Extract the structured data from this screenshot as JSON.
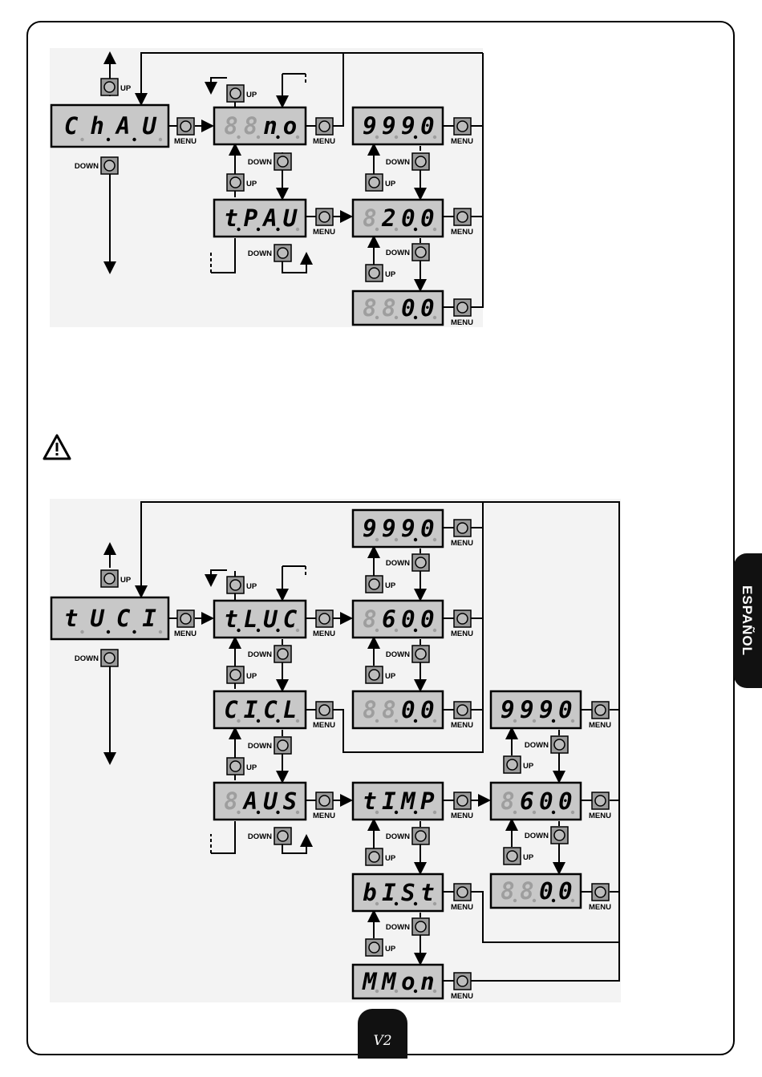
{
  "tab_label": "ESPAÑOL",
  "logo_text": "V2",
  "labels": {
    "up": "UP",
    "down": "DOWN",
    "menu": "MENU"
  },
  "diagram1": {
    "displays": [
      {
        "id": "chau",
        "digits": [
          "C",
          "h",
          "A",
          "U"
        ],
        "lit": [
          1,
          1,
          1,
          1
        ],
        "dots": [
          0,
          1,
          1,
          0
        ]
      },
      {
        "id": "no",
        "digits": [
          "8",
          "8",
          "n",
          "o"
        ],
        "lit": [
          0,
          0,
          1,
          1
        ],
        "dots": [
          0,
          0,
          1,
          0
        ]
      },
      {
        "id": "tpau",
        "digits": [
          "t",
          "P",
          "A",
          "U"
        ],
        "lit": [
          1,
          1,
          1,
          1
        ],
        "dots": [
          1,
          1,
          1,
          0
        ]
      },
      {
        "id": "999",
        "digits": [
          "9",
          "9",
          "9",
          "0"
        ],
        "lit": [
          1,
          1,
          1,
          1
        ],
        "dots": [
          0,
          0,
          1,
          0
        ]
      },
      {
        "id": "200",
        "digits": [
          "8",
          "2",
          "0",
          "0"
        ],
        "lit": [
          0,
          1,
          1,
          1
        ],
        "dots": [
          0,
          0,
          1,
          0
        ]
      },
      {
        "id": "00",
        "digits": [
          "8",
          "8",
          "0",
          "0"
        ],
        "lit": [
          0,
          0,
          1,
          1
        ],
        "dots": [
          0,
          0,
          1,
          0
        ]
      }
    ]
  },
  "diagram2": {
    "displays": [
      {
        "id": "tuci",
        "digits": [
          "t",
          "U",
          "C",
          "I"
        ],
        "lit": [
          1,
          1,
          1,
          1
        ],
        "dots": [
          0,
          1,
          1,
          0
        ]
      },
      {
        "id": "tluc",
        "digits": [
          "t",
          "L",
          "U",
          "C"
        ],
        "lit": [
          1,
          1,
          1,
          1
        ],
        "dots": [
          1,
          1,
          1,
          0
        ]
      },
      {
        "id": "cicl",
        "digits": [
          "C",
          "I",
          "C",
          "L"
        ],
        "lit": [
          1,
          1,
          1,
          1
        ],
        "dots": [
          0,
          1,
          1,
          0
        ]
      },
      {
        "id": "aus",
        "digits": [
          "8",
          "A",
          "U",
          "S"
        ],
        "lit": [
          0,
          1,
          1,
          1
        ],
        "dots": [
          0,
          1,
          1,
          0
        ]
      },
      {
        "id": "999a",
        "digits": [
          "9",
          "9",
          "9",
          "0"
        ],
        "lit": [
          1,
          1,
          1,
          1
        ],
        "dots": [
          0,
          0,
          1,
          0
        ]
      },
      {
        "id": "600a",
        "digits": [
          "8",
          "6",
          "0",
          "0"
        ],
        "lit": [
          0,
          1,
          1,
          1
        ],
        "dots": [
          0,
          0,
          1,
          0
        ]
      },
      {
        "id": "00a",
        "digits": [
          "8",
          "8",
          "0",
          "0"
        ],
        "lit": [
          0,
          0,
          1,
          1
        ],
        "dots": [
          0,
          0,
          1,
          0
        ]
      },
      {
        "id": "tilm",
        "digits": [
          "t",
          "I",
          "M",
          "P"
        ],
        "lit": [
          1,
          1,
          1,
          1
        ],
        "dots": [
          0,
          1,
          1,
          0
        ]
      },
      {
        "id": "bist",
        "digits": [
          "b",
          "I",
          "S",
          "t"
        ],
        "lit": [
          1,
          1,
          1,
          1
        ],
        "dots": [
          0,
          1,
          1,
          0
        ]
      },
      {
        "id": "moon",
        "digits": [
          "M",
          "M",
          "o",
          "n"
        ],
        "lit": [
          1,
          1,
          1,
          1
        ],
        "dots": [
          0,
          0,
          1,
          0
        ]
      },
      {
        "id": "999b",
        "digits": [
          "9",
          "9",
          "9",
          "0"
        ],
        "lit": [
          1,
          1,
          1,
          1
        ],
        "dots": [
          0,
          0,
          1,
          0
        ]
      },
      {
        "id": "600b",
        "digits": [
          "8",
          "6",
          "0",
          "0"
        ],
        "lit": [
          0,
          1,
          1,
          1
        ],
        "dots": [
          0,
          0,
          1,
          0
        ]
      },
      {
        "id": "00b",
        "digits": [
          "8",
          "8",
          "0",
          "0"
        ],
        "lit": [
          0,
          0,
          1,
          1
        ],
        "dots": [
          0,
          0,
          1,
          0
        ]
      }
    ]
  },
  "colors": {
    "display_bg": "#c8c8c8",
    "button_bg": "#9a9a9a",
    "unlit": "#9e9e9e",
    "ink": "#000000"
  }
}
